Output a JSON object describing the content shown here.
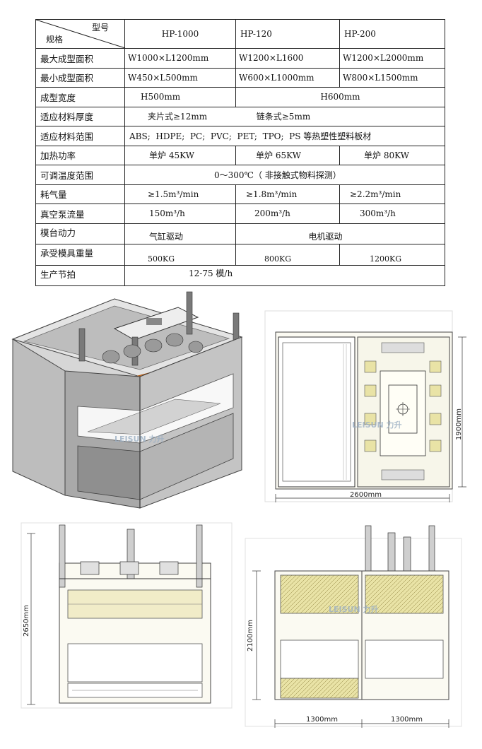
{
  "table": {
    "corner_model": "型号",
    "corner_spec": "规格",
    "models": [
      "HP-1000",
      "HP-120",
      "HP-200"
    ],
    "rows": {
      "max_area": {
        "label": "最大成型面积",
        "v1": "W1000×L1200mm",
        "v2": "W1200×L1600",
        "v3": "W1200×L2000mm"
      },
      "min_area": {
        "label": "最小成型面积",
        "v1": "W450×L500mm",
        "v2": "W600×L1000mm",
        "v3": "W800×L1500mm"
      },
      "height": {
        "label": "成型宽度",
        "v1": "H500mm",
        "v23": "H600mm"
      },
      "thickness": {
        "label": "适应材料厚度",
        "clip": "夹片式≥12mm",
        "chain": "链条式≥5mm"
      },
      "materials": {
        "label": "适应材料范围",
        "value": "ABS;  HDPE;  PC;  PVC;  PET;  TPO;  PS 等热塑性塑料板材"
      },
      "power": {
        "label": "加热功率",
        "v1": "单炉 45KW",
        "v2": "单炉 65KW",
        "v3": "单炉 80KW"
      },
      "temp": {
        "label": "可调温度范围",
        "value": "0～300℃（ 非接触式物料探测）"
      },
      "air": {
        "label": "耗气量",
        "v1": "≥1.5m³/min",
        "v2": "≥1.8m³/min",
        "v3": "≥2.2m³/min"
      },
      "vacuum": {
        "label": "真空泵流量",
        "v1": "150m³/h",
        "v2": "200m³/h",
        "v3": "300m³/h"
      },
      "drive": {
        "label": "模台动力",
        "v1": "气缸驱动",
        "v23": "电机驱动"
      },
      "mold_weight": {
        "label": "承受模具重量",
        "v1": "500KG",
        "v2": "800KG",
        "v3": "1200KG"
      },
      "cycle": {
        "label": "生产节拍",
        "value": "12-75 模/h"
      }
    }
  },
  "drawings": {
    "watermark": "LEISUN 力升",
    "top_view": {
      "width_label": "2600mm",
      "depth_label": "1900mm"
    },
    "side_view": {
      "height_label": "2650mm"
    },
    "front_view": {
      "height_label": "2100mm",
      "left_width": "1300mm",
      "right_width": "1300mm"
    }
  },
  "colors": {
    "frame": "#c8c8c8",
    "accent": "#e07a22",
    "hatch": "#e9e3a6",
    "line": "#333333"
  }
}
